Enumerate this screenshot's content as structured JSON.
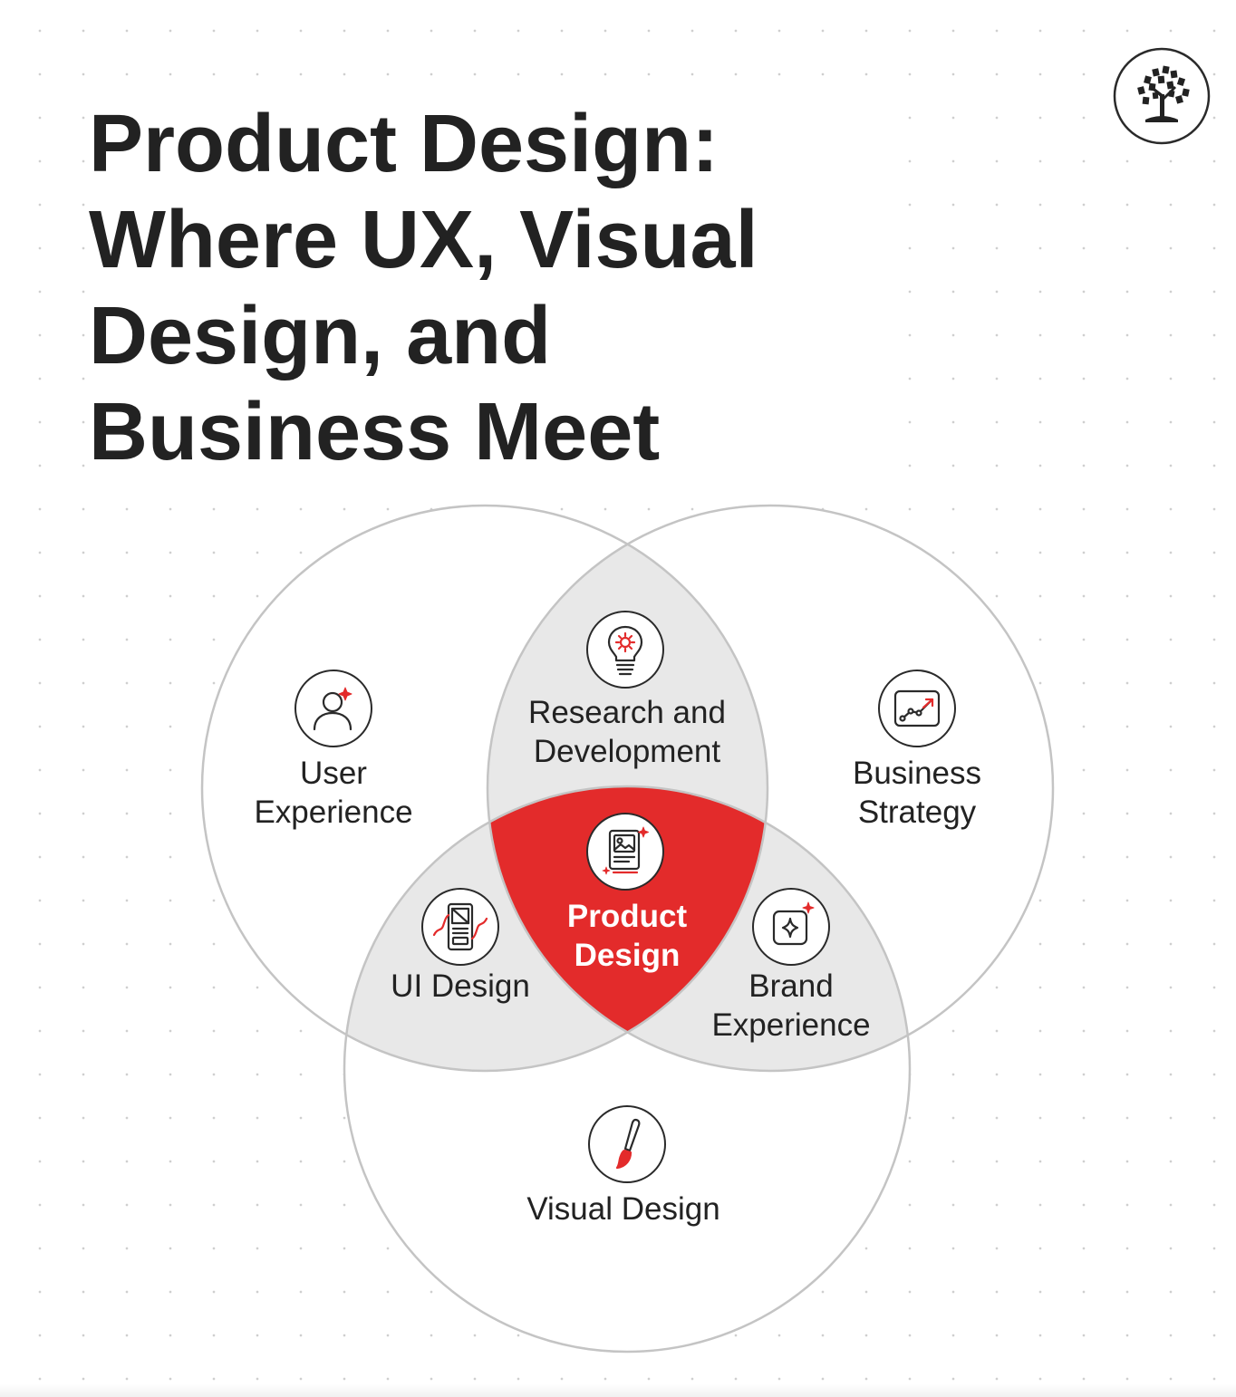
{
  "title": {
    "lines": [
      "Product Design:",
      "Where UX, Visual",
      "Design, and",
      "Business Meet"
    ]
  },
  "logo": {
    "icon": "tree-logo-icon"
  },
  "colors": {
    "accent": "#e32b2b",
    "overlap_fill": "#e8e8e8",
    "circle_stroke": "#c4c4c4",
    "text": "#222222",
    "center_text": "#ffffff"
  },
  "venn": {
    "sets": [
      {
        "id": "user-experience",
        "label_lines": [
          "User",
          "Experience"
        ],
        "icon": "user-sparkle-icon"
      },
      {
        "id": "business-strategy",
        "label_lines": [
          "Business",
          "Strategy"
        ],
        "icon": "growth-chart-icon"
      },
      {
        "id": "visual-design",
        "label_lines": [
          "Visual Design"
        ],
        "icon": "paintbrush-icon"
      }
    ],
    "overlaps": [
      {
        "id": "research-development",
        "sets": [
          "user-experience",
          "business-strategy"
        ],
        "label_lines": [
          "Research and",
          "Development"
        ],
        "icon": "lightbulb-gear-icon"
      },
      {
        "id": "ui-design",
        "sets": [
          "user-experience",
          "visual-design"
        ],
        "label_lines": [
          "UI Design"
        ],
        "icon": "wireframe-icon"
      },
      {
        "id": "brand-experience",
        "sets": [
          "business-strategy",
          "visual-design"
        ],
        "label_lines": [
          "Brand",
          "Experience"
        ],
        "icon": "sparkle-frame-icon"
      }
    ],
    "center": {
      "id": "product-design",
      "label_lines": [
        "Product",
        "Design"
      ],
      "icon": "design-document-icon"
    }
  }
}
